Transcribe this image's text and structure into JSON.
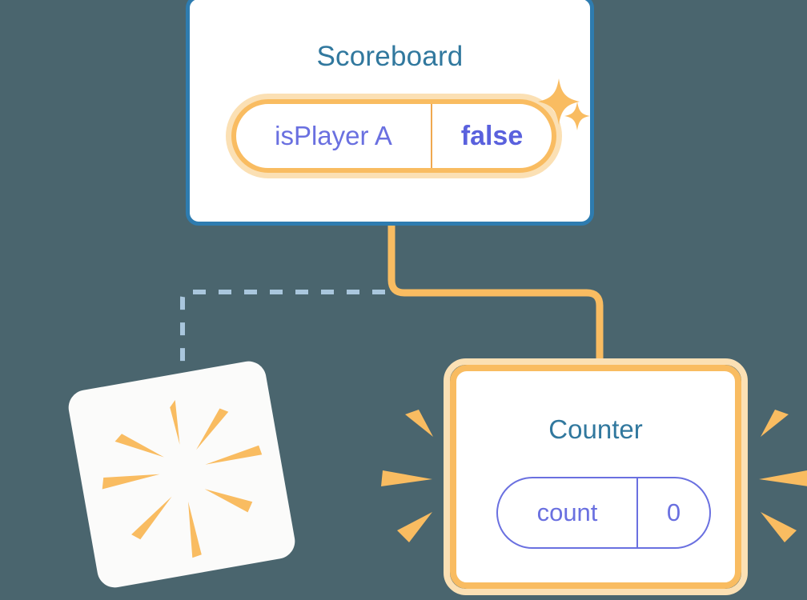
{
  "background_color": "#4a656e",
  "palette": {
    "card_border_blue": "#2e7cb0",
    "title_blue": "#31789e",
    "pill_indigo": "#6a70e0",
    "value_indigo": "#5a61dd",
    "highlight_orange": "#f9bc61",
    "highlight_orange_glow": "#fbe0b4",
    "dashed_blue": "#a9c6dd",
    "card_white": "#ffffff",
    "ghost_white": "#fbfbfa"
  },
  "diagram": {
    "type": "component-tree",
    "nodes": [
      {
        "id": "scoreboard",
        "title": "Scoreboard",
        "highlighted": true,
        "state": {
          "key": "isPlayer A",
          "value": "false",
          "value_bold": true
        }
      },
      {
        "id": "counter",
        "title": "Counter",
        "highlighted": true,
        "state": {
          "key": "count",
          "value": "0",
          "value_bold": false
        }
      },
      {
        "id": "ghost",
        "title": "",
        "highlighted": false,
        "rotated": true
      }
    ],
    "edges": [
      {
        "from": "scoreboard",
        "to": "counter",
        "style": "solid",
        "color": "#f9bc61"
      },
      {
        "from": "scoreboard",
        "to": "ghost",
        "style": "dashed",
        "color": "#a9c6dd"
      }
    ],
    "effects": {
      "sparkles": 2,
      "burst_rays_counter": 6,
      "burst_rays_ghost": 8
    }
  }
}
